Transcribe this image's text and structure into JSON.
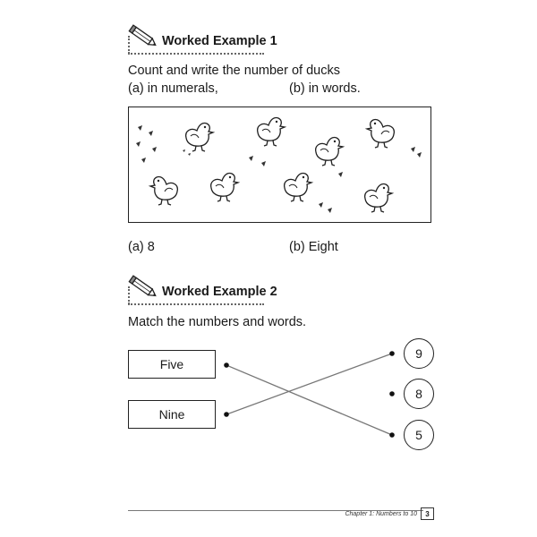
{
  "example1": {
    "title": "Worked Example 1",
    "instruction": "Count and write the number of ducks",
    "part_a": "(a)  in numerals,",
    "part_b": "(b)  in words.",
    "answer_a": "(a)  8",
    "answer_b": "(b)  Eight"
  },
  "example2": {
    "title": "Worked Example 2",
    "instruction": "Match the numbers and words.",
    "words": [
      "Five",
      "Nine"
    ],
    "numbers": [
      "9",
      "8",
      "5"
    ]
  },
  "footer": {
    "chapter": "Chapter 1: Numbers to 10",
    "page": "3"
  },
  "icons": [
    "pencil-icon",
    "duck-illustration"
  ]
}
